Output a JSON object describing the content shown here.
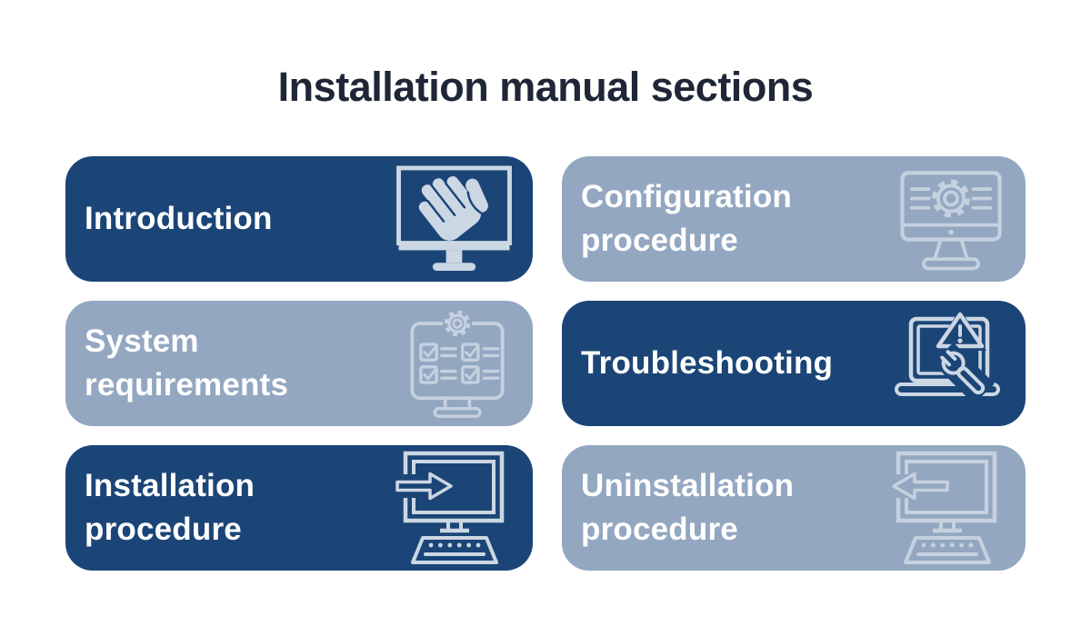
{
  "title": "Installation manual sections",
  "colors": {
    "background": "#ffffff",
    "title_text": "#1e2637",
    "card_dark": "#1b4577",
    "card_light": "#93a7c1",
    "card_text": "#ffffff",
    "icon_on_dark": "#ccd7e4",
    "icon_on_light": "#c6d1e0"
  },
  "cards": [
    {
      "label": "Introduction",
      "variant": "dark",
      "icon": "monitor-hand-icon"
    },
    {
      "label": "Configuration\nprocedure",
      "variant": "light",
      "icon": "monitor-gear-icon"
    },
    {
      "label": "System\nrequirements",
      "variant": "light",
      "icon": "checklist-gear-icon"
    },
    {
      "label": "Troubleshooting",
      "variant": "dark",
      "icon": "laptop-warning-wrench-icon"
    },
    {
      "label": "Installation\nprocedure",
      "variant": "dark",
      "icon": "monitor-arrow-in-icon"
    },
    {
      "label": "Uninstallation\nprocedure",
      "variant": "light",
      "icon": "monitor-arrow-out-icon"
    }
  ]
}
